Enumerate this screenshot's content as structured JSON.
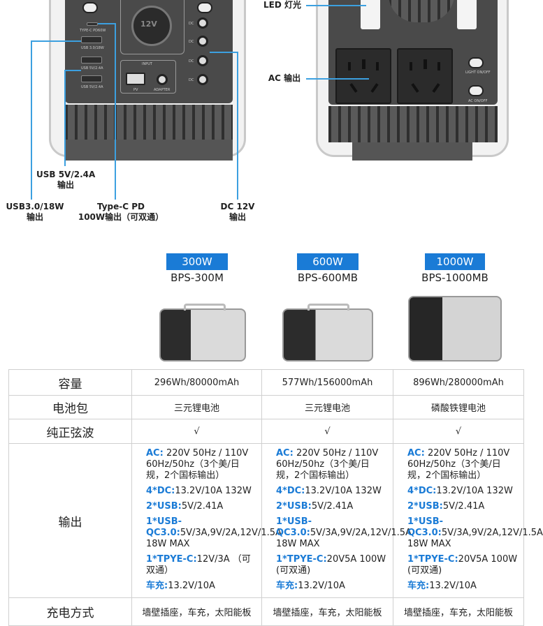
{
  "callouts": {
    "led_light": "LED 灯光",
    "ac_output": "AC 输出",
    "usb_5v_line1": "USB 5V/2.4A",
    "usb_5v_line2": "输出",
    "usb30_line1": "USB3.0/18W",
    "usb30_line2": "输出",
    "typec_line1": "Type-C PD",
    "typec_line2": "100W输出（可双通）",
    "dc12v_line1": "DC 12V",
    "dc12v_line2": "输出"
  },
  "panel_labels": {
    "typec": "TYPE-C PD60W",
    "usb30": "USB 3.0/18W",
    "usb5v_a": "USB 5V/2.4A",
    "usb5v_b": "USB 5V/2.4A",
    "input": "INPUT",
    "pv": "PV",
    "adapter": "ADAPTER",
    "dc": "DC",
    "car_socket": "12V",
    "light_switch": "LIGHT ON/OFF",
    "ac_switch": "AC ON/OFF"
  },
  "products": [
    {
      "power": "300W",
      "model": "BPS-300M"
    },
    {
      "power": "600W",
      "model": "BPS-600MB"
    },
    {
      "power": "1000W",
      "model": "BPS-1000MB"
    }
  ],
  "table": {
    "rows": {
      "capacity": {
        "label": "容量",
        "values": [
          "296Wh/80000mAh",
          "577Wh/156000mAh",
          "896Wh/280000mAh"
        ]
      },
      "battery": {
        "label": "电池包",
        "values": [
          "三元锂电池",
          "三元锂电池",
          "磷酸铁锂电池"
        ]
      },
      "sine": {
        "label": "纯正弦波",
        "values": [
          "√",
          "√",
          "√"
        ]
      },
      "output": {
        "label": "输出"
      },
      "charging": {
        "label": "充电方式",
        "values": [
          "墙壁插座，车充，太阳能板",
          "墙壁插座，车充，太阳能板",
          "墙壁插座，车充，太阳能板"
        ]
      }
    },
    "outputs": [
      {
        "ac_key": "AC:",
        "ac_val": " 220V 50Hz / 110V 60Hz/50hz（3个美/日规，2个国标输出）",
        "dc_key": "4*DC:",
        "dc_val": "13.2V/10A 132W",
        "usb_key": "2*USB:",
        "usb_val": "5V/2.41A",
        "qc_key": "1*USB-QC3.0:",
        "qc_val": "5V/3A,9V/2A,12V/1.5A 18W MAX",
        "tc_key": "1*TPYE-C:",
        "tc_val": "12V/3A （可双通）",
        "car_key": "车充:",
        "car_val": "13.2V/10A"
      },
      {
        "ac_key": "AC:",
        "ac_val": " 220V 50Hz / 110V 60Hz/50hz（3个美/日规，2个国标输出）",
        "dc_key": "4*DC:",
        "dc_val": "13.2V/10A 132W",
        "usb_key": "2*USB:",
        "usb_val": "5V/2.41A",
        "qc_key": "1*USB-QC3.0:",
        "qc_val": "5V/3A,9V/2A,12V/1.5A 18W MAX",
        "tc_key": "1*TPYE-C:",
        "tc_val": "20V5A 100W (可双通)",
        "car_key": "车充:",
        "car_val": "13.2V/10A"
      },
      {
        "ac_key": "AC:",
        "ac_val": " 220V 50Hz / 110V 60Hz/50hz（3个美/日规，2个国标输出）",
        "dc_key": "4*DC:",
        "dc_val": "13.2V/10A 132W",
        "usb_key": "2*USB:",
        "usb_val": "5V/2.41A",
        "qc_key": "1*USB-QC3.0:",
        "qc_val": "5V/3A,9V/2A,12V/1.5A 18W MAX",
        "tc_key": "1*TPYE-C:",
        "tc_val": "20V5A 100W (可双通)",
        "car_key": "车充:",
        "car_val": "13.2V/10A"
      }
    ]
  }
}
